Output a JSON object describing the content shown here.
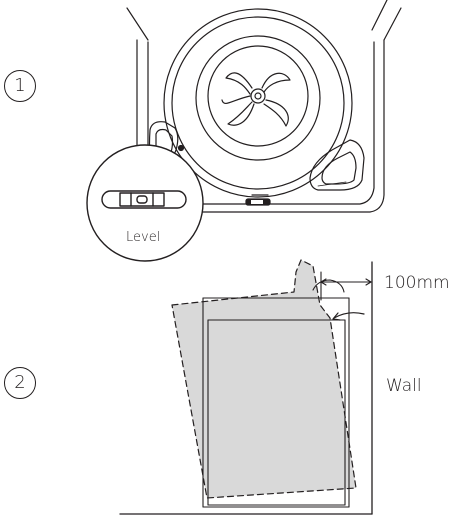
{
  "steps": [
    {
      "number": "1"
    },
    {
      "number": "2"
    }
  ],
  "labels": {
    "level": "Level",
    "distance": "100mm",
    "wall": "Wall"
  },
  "colors": {
    "line": "#231f20",
    "fill_grey": "#d9d9d9"
  }
}
